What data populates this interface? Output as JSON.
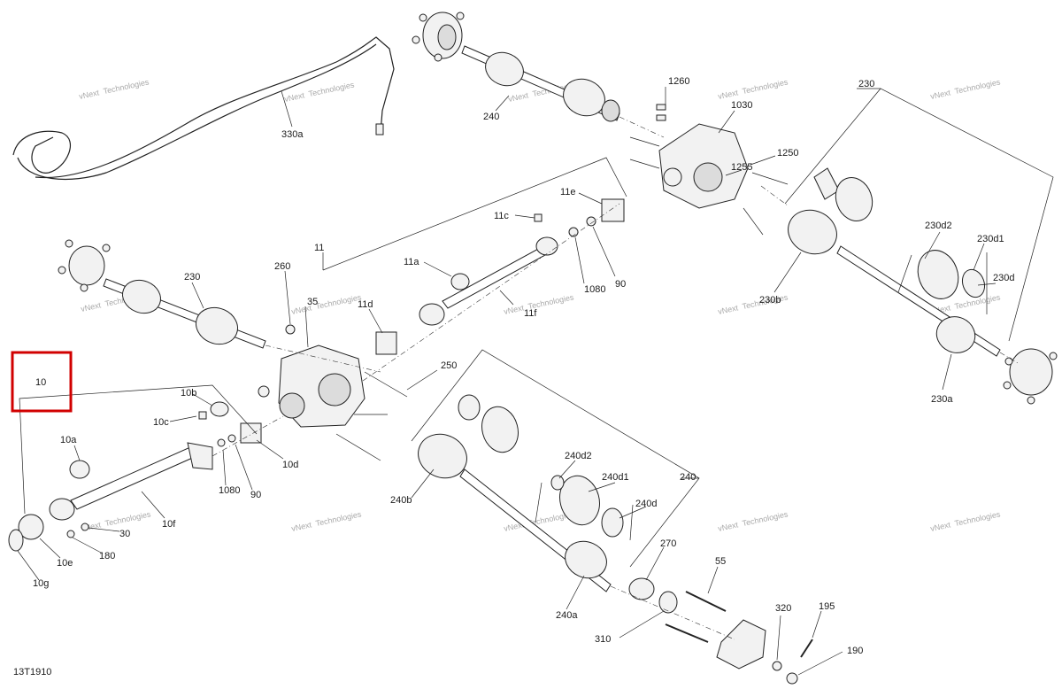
{
  "diagram_id": "13T1910",
  "highlight_label": "10",
  "watermark": [
    "vNext",
    "Technologies"
  ],
  "callouts": {
    "c330a": "330a",
    "c240top": "240",
    "c1260": "1260",
    "c1030": "1030",
    "c1250": "1250",
    "c1255": "1255",
    "c230top": "230",
    "c11e": "11e",
    "c11c": "11c",
    "c11": "11",
    "c11a": "11a",
    "c11d": "11d",
    "c11f": "11f",
    "c1080r": "1080",
    "c90r": "90",
    "c260": "260",
    "c35": "35",
    "c230l": "230",
    "c250": "250",
    "c230d2": "230d2",
    "c230d1": "230d1",
    "c230d": "230d",
    "c230b": "230b",
    "c230a": "230a",
    "c10": "10",
    "c10b": "10b",
    "c10c": "10c",
    "c10a": "10a",
    "c10d": "10d",
    "c1080l": "1080",
    "c90l": "90",
    "c10f": "10f",
    "c30": "30",
    "c180": "180",
    "c10e": "10e",
    "c10g": "10g",
    "c240b": "240b",
    "c240d2": "240d2",
    "c240d1": "240d1",
    "c240": "240",
    "c240d": "240d",
    "c270": "270",
    "c55": "55",
    "c240a": "240a",
    "c310": "310",
    "c320": "320",
    "c195": "195",
    "c190": "190"
  }
}
